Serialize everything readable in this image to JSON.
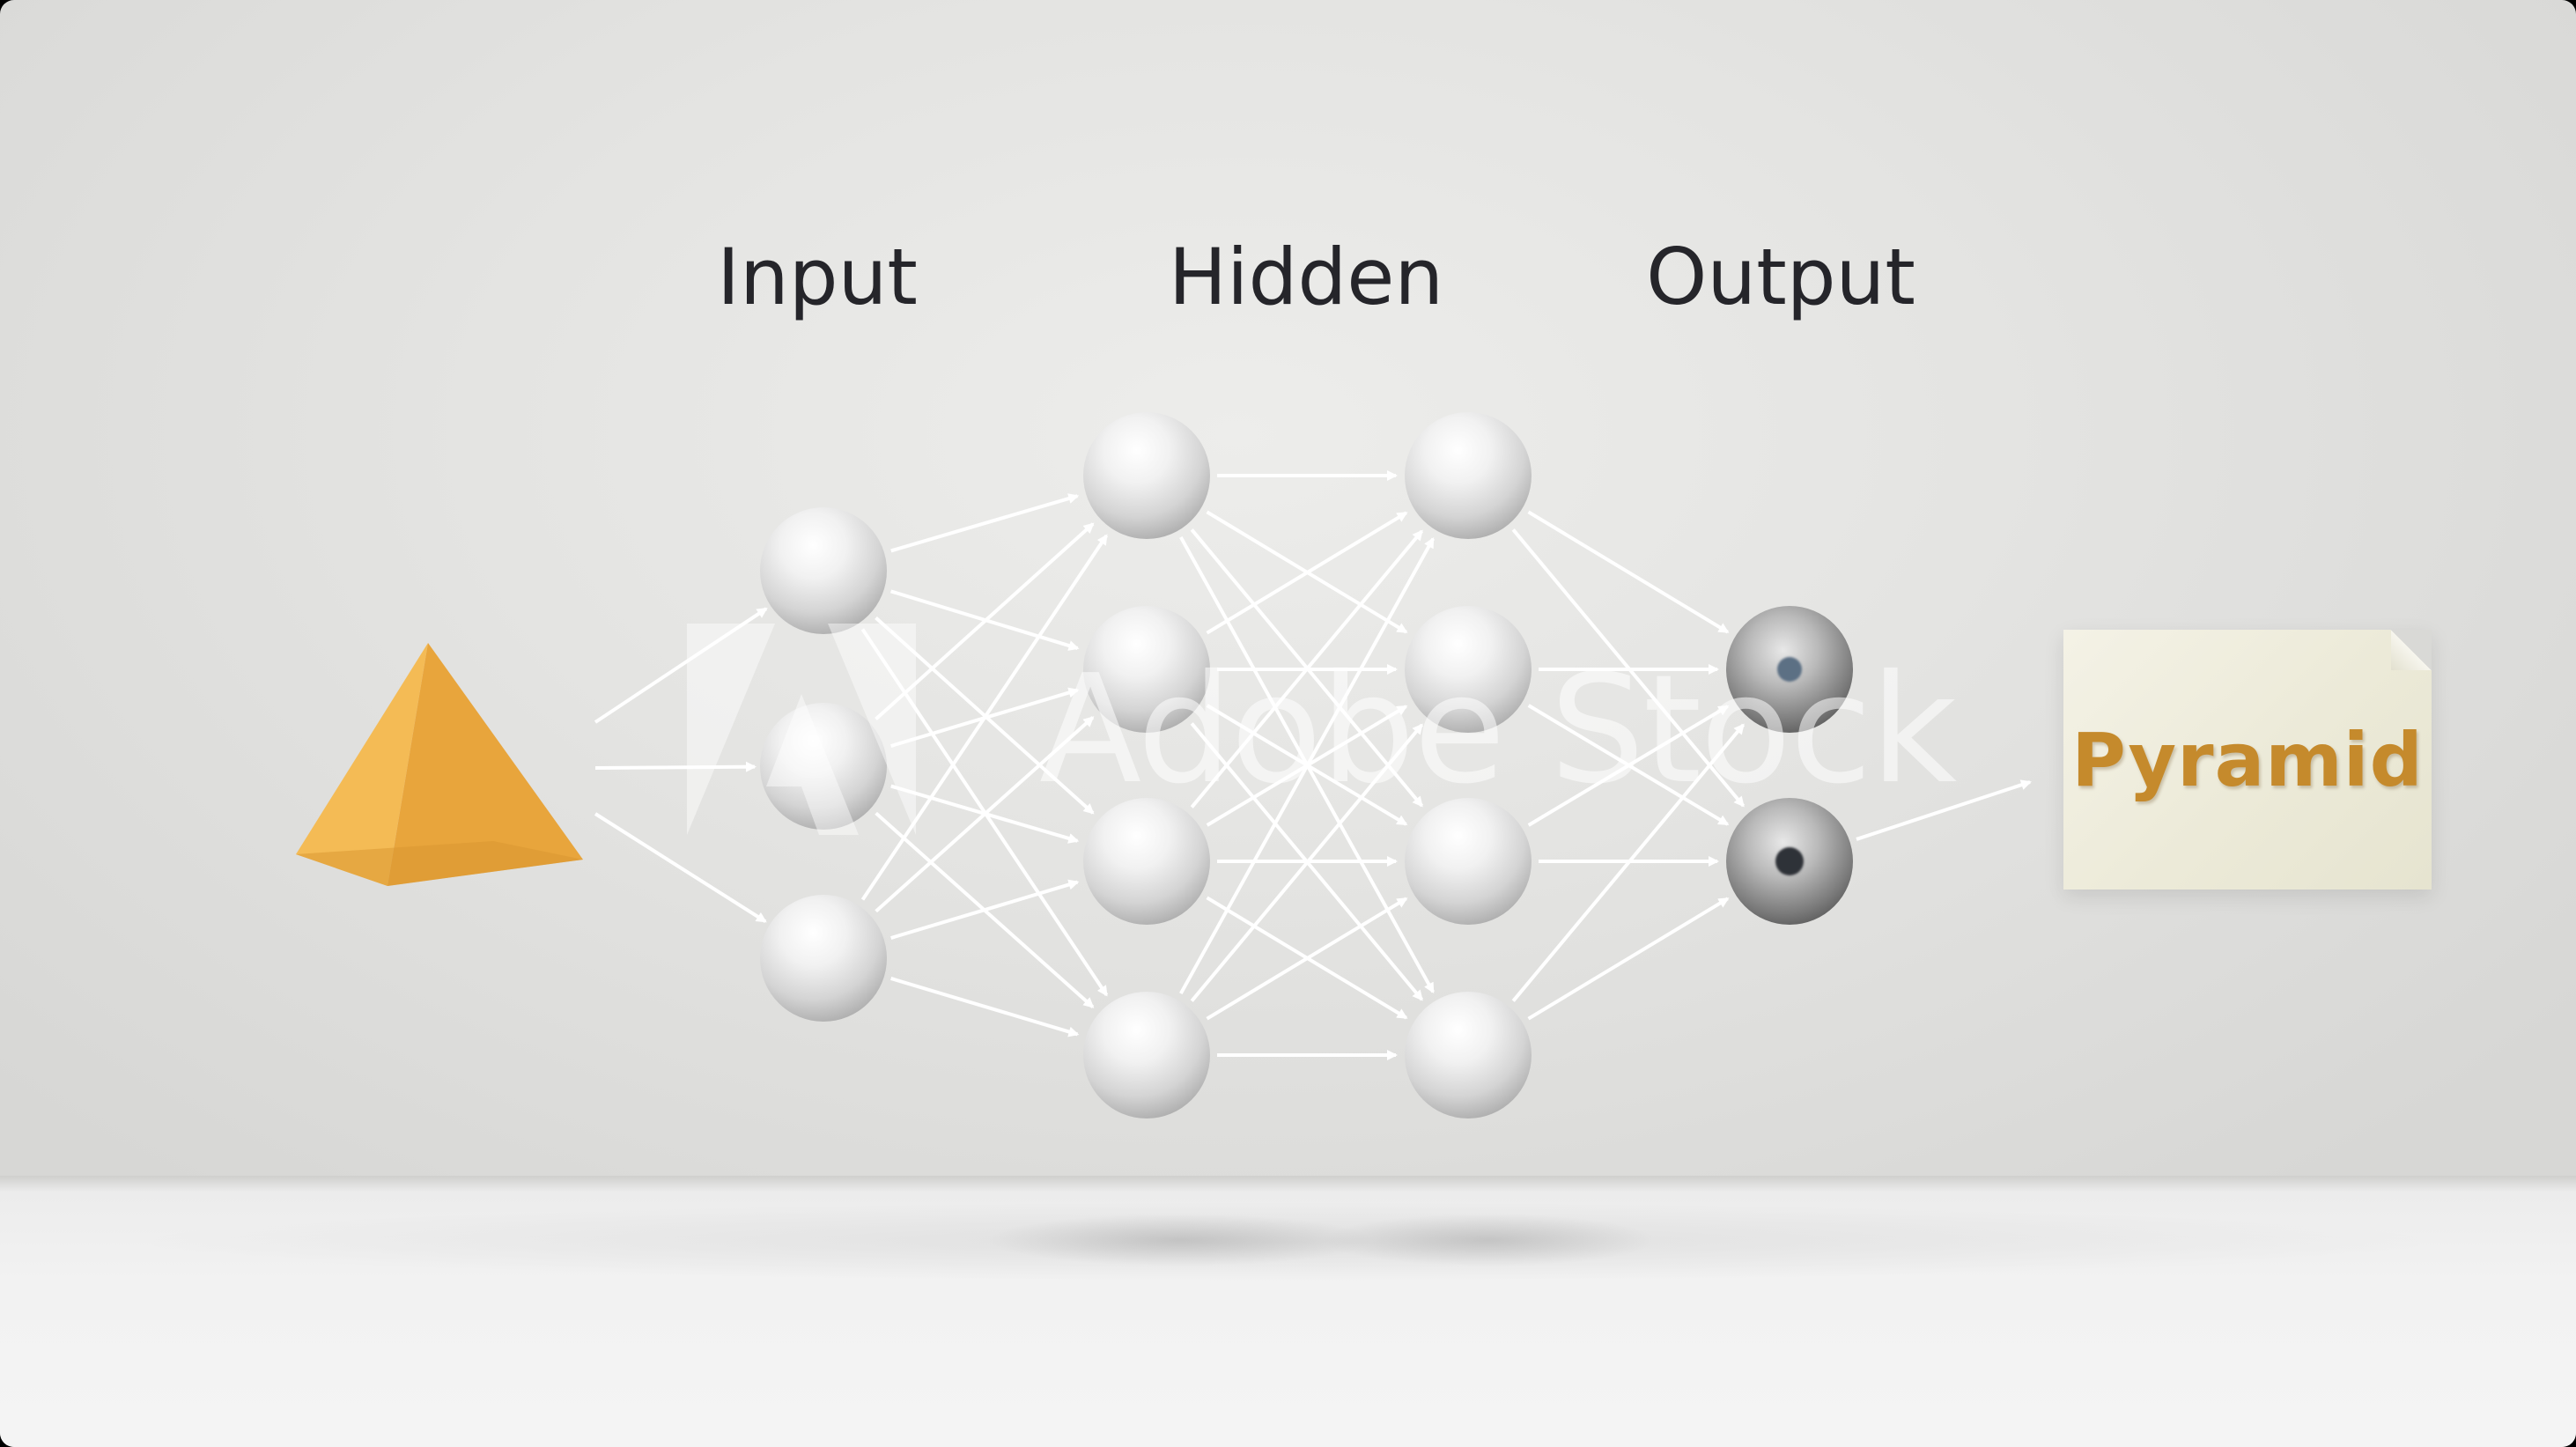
{
  "layers": {
    "input_label": "Input",
    "hidden_label": "Hidden",
    "output_label": "Output"
  },
  "network": {
    "input_nodes": 3,
    "hidden_layers": 2,
    "hidden_nodes_per_layer": 4,
    "output_nodes": 2,
    "output_active_node": 2
  },
  "input_object": "pyramid",
  "result": {
    "label": "Pyramid"
  },
  "watermark": {
    "text": "Adobe Stock"
  },
  "colors": {
    "background": "#e4e4e2",
    "node": "#f2f2f2",
    "output_node": "#8c8c8c",
    "connection": "#ffffff",
    "pyramid": "#f2b24a",
    "result_text": "#c58a2c",
    "label_text": "#25252a"
  }
}
